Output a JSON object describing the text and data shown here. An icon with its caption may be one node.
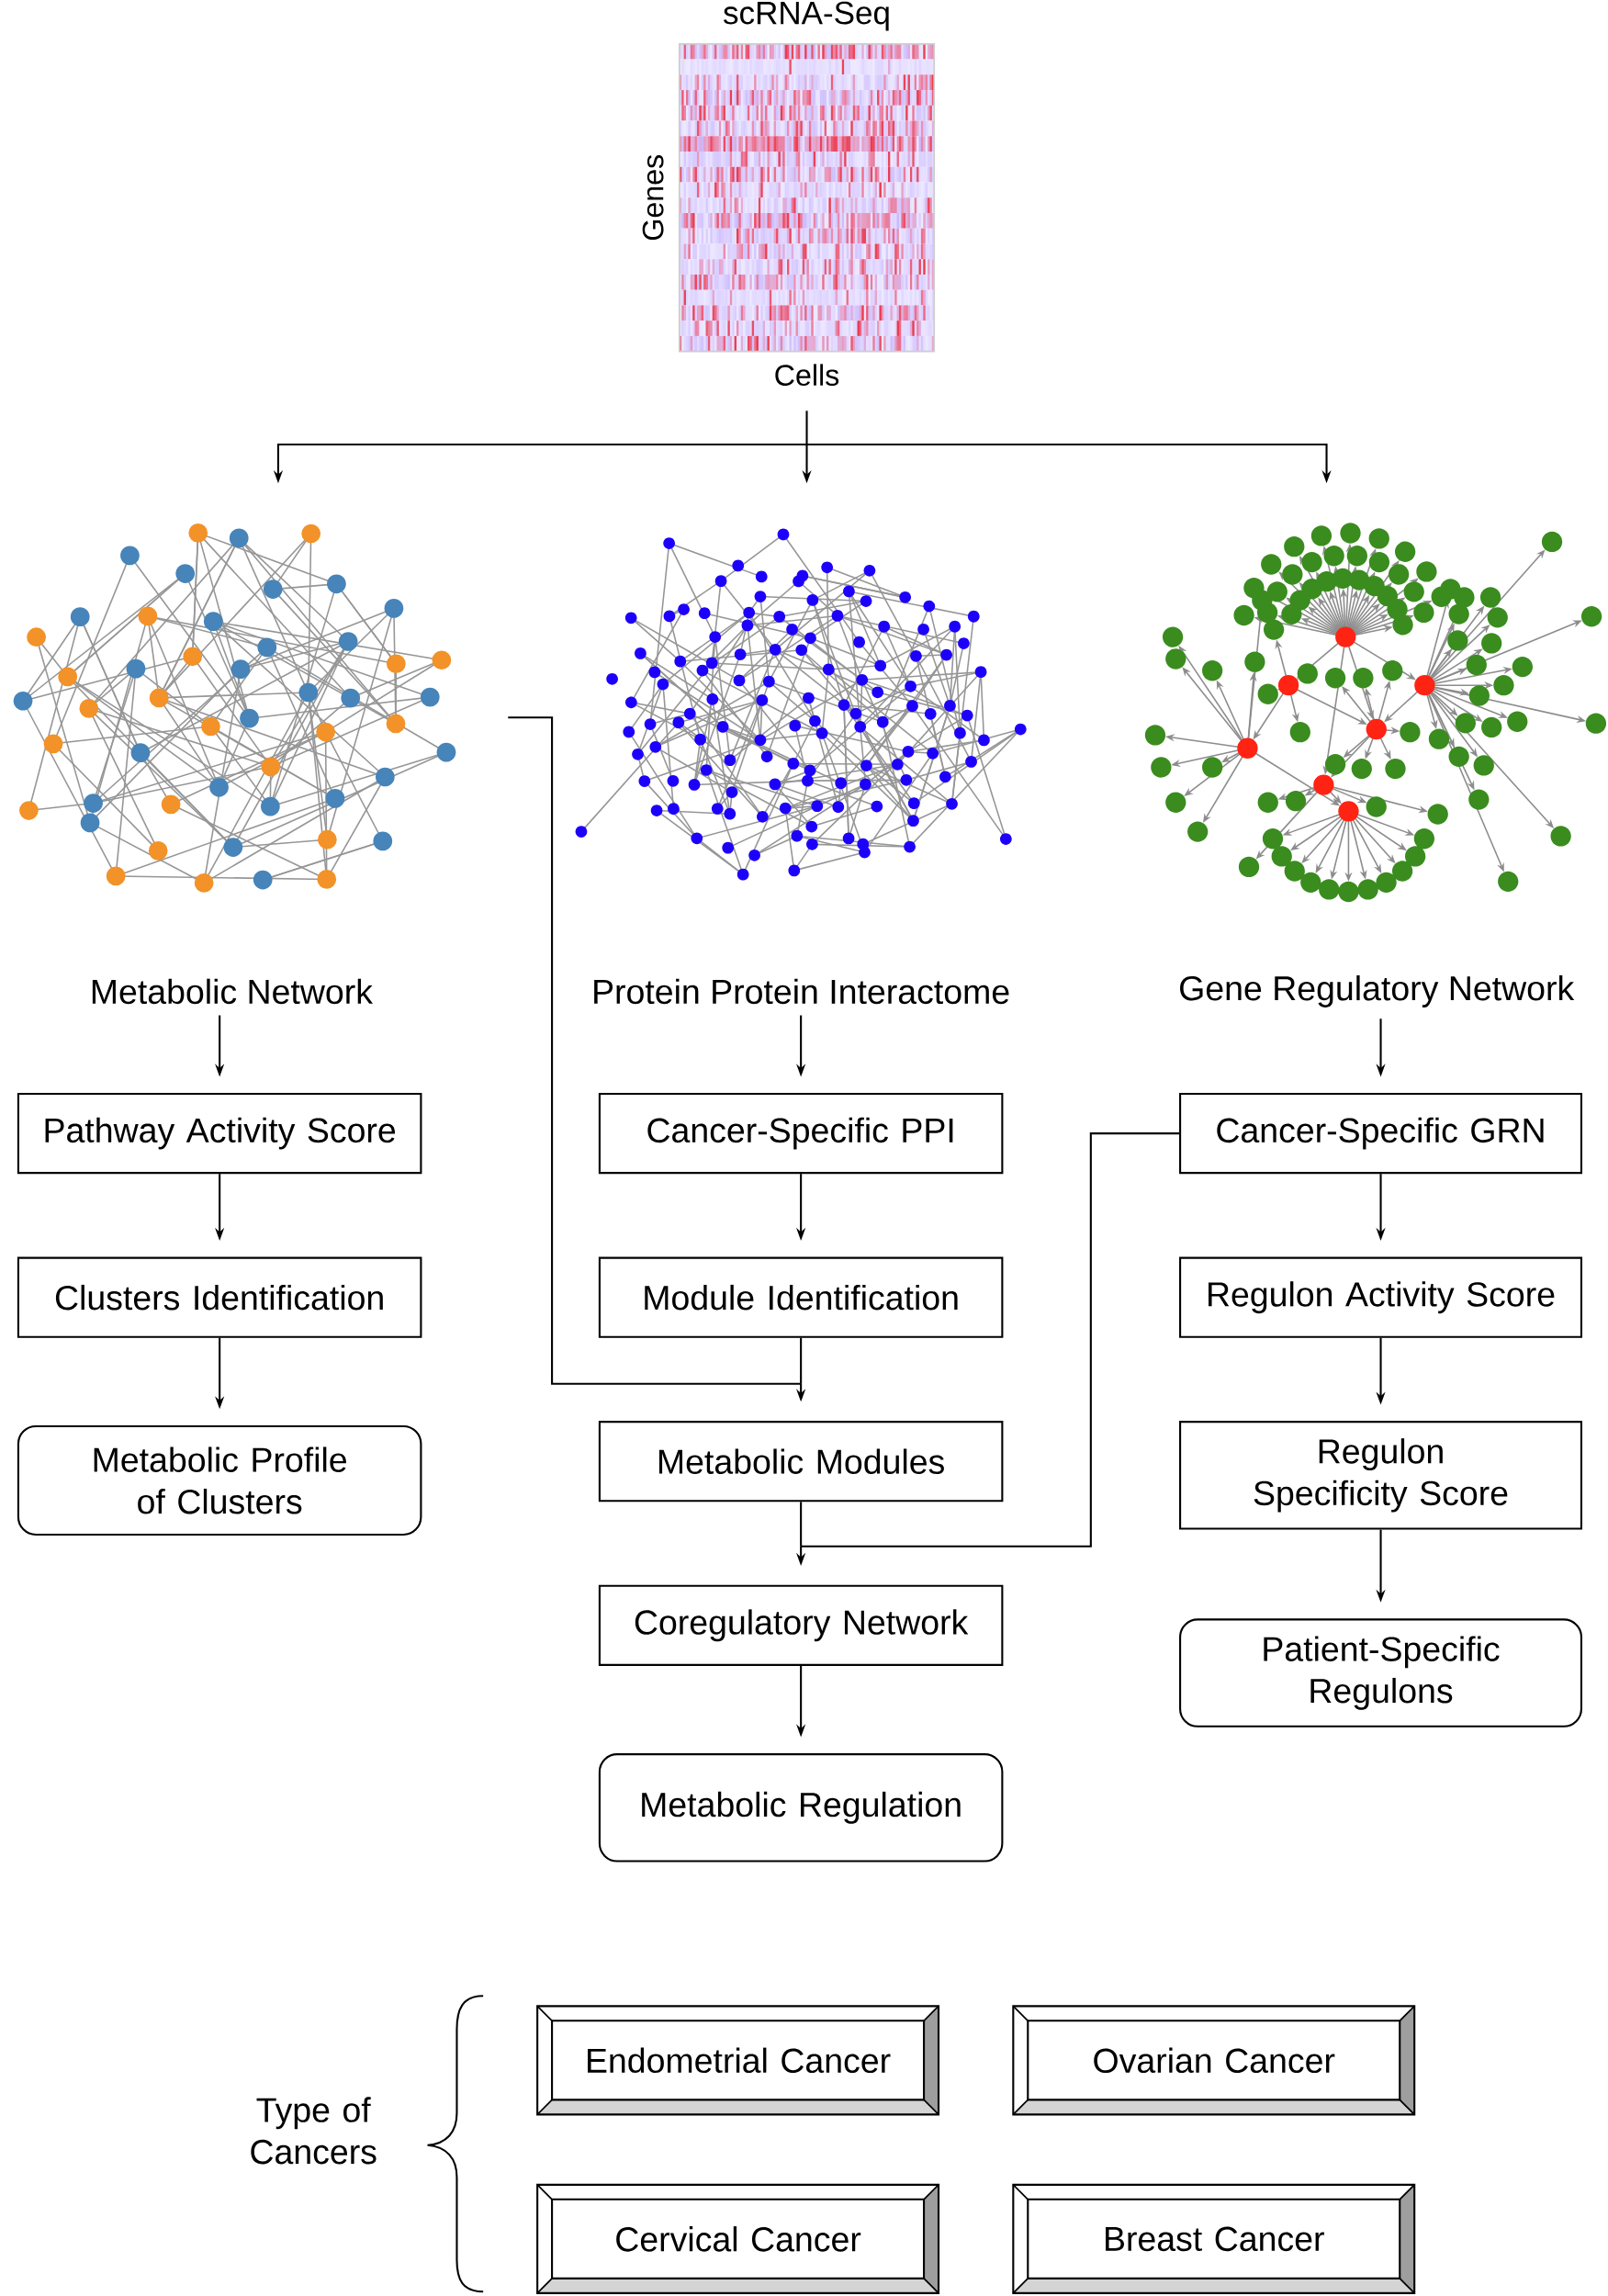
{
  "diagram": {
    "nodes": [
      {
        "text": [
          "scRNA-Seq"
        ],
        "beside": [
          "Genes",
          "Cells"
        ]
      },
      {
        "text": [
          "Metabolic Network"
        ]
      },
      {
        "text": [
          "Protein Protein Interactome"
        ]
      },
      {
        "text": [
          "Gene Regulatory Network"
        ]
      },
      {
        "text": [
          "Pathway Activity Score"
        ]
      },
      {
        "text": [
          "Cancer-Specific PPI"
        ]
      },
      {
        "text": [
          "Cancer-Specific GRN"
        ]
      },
      {
        "text": [
          "Clusters Identification"
        ]
      },
      {
        "text": [
          "Module Identification"
        ]
      },
      {
        "text": [
          "Regulon Activity Score"
        ]
      },
      {
        "text": [
          "Metabolic Profile of Clusters"
        ]
      },
      {
        "text": [
          "Metabolic Modules"
        ]
      },
      {
        "text": [
          "Regulon Specificity Score"
        ]
      },
      {
        "text": [
          "Coregulatory Network"
        ]
      },
      {
        "text": [
          "Patient-Specific Regulons"
        ]
      },
      {
        "text": [
          "Metabolic Regulation"
        ]
      },
      {
        "text": [
          "Endometrial Cancer"
        ]
      },
      {
        "text": [
          "Ovarian Cancer"
        ]
      },
      {
        "text": [
          "Cervical Cancer"
        ]
      },
      {
        "text": [
          "Breast Cancer"
        ]
      }
    ],
    "edges": [
      {
        "from": 0,
        "to": 1,
        "arrow": "to"
      },
      {
        "from": 0,
        "to": 2,
        "arrow": "to"
      },
      {
        "from": 0,
        "to": 3,
        "arrow": "to"
      },
      {
        "from": 1,
        "to": 4,
        "arrow": "to"
      },
      {
        "from": 2,
        "to": 5,
        "arrow": "to"
      },
      {
        "from": 3,
        "to": 6,
        "arrow": "to"
      },
      {
        "from": 4,
        "to": 7,
        "arrow": "to"
      },
      {
        "from": 5,
        "to": 8,
        "arrow": "to"
      },
      {
        "from": 6,
        "to": 9,
        "arrow": "to"
      },
      {
        "from": 7,
        "to": 10,
        "arrow": "to"
      },
      {
        "from": 8,
        "to": 11,
        "arrow": "to"
      },
      {
        "from": 1,
        "to": 11,
        "arrow": "to"
      },
      {
        "from": 9,
        "to": 12,
        "arrow": "to"
      },
      {
        "from": 11,
        "to": 13,
        "arrow": "to"
      },
      {
        "from": 6,
        "to": 13,
        "arrow": "to"
      },
      {
        "from": 12,
        "to": 14,
        "arrow": "to"
      },
      {
        "from": 13,
        "to": 15,
        "arrow": "to"
      }
    ],
    "labels": [
      "Type of Cancers"
    ]
  }
}
